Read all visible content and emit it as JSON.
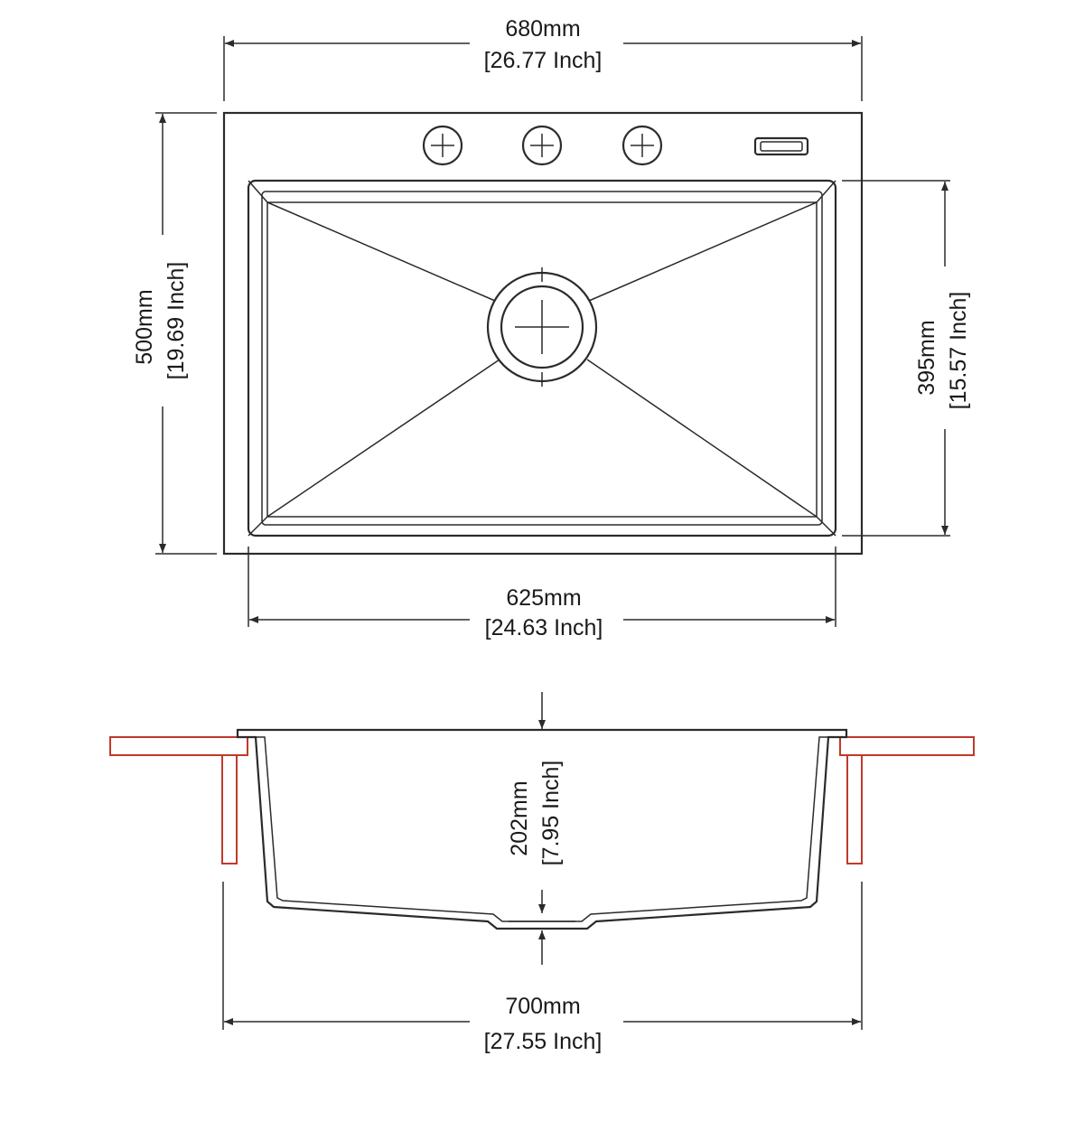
{
  "dimensions": {
    "overall_width": {
      "mm": "680mm",
      "inch": "[26.77 Inch]"
    },
    "overall_depth": {
      "mm": "500mm",
      "inch": "[19.69 Inch]"
    },
    "bowl_depth": {
      "mm": "395mm",
      "inch": "[15.57 Inch]"
    },
    "bowl_width": {
      "mm": "625mm",
      "inch": "[24.63 Inch]"
    },
    "bowl_height": {
      "mm": "202mm",
      "inch": "[7.95 Inch]"
    },
    "cutout_width": {
      "mm": "700mm",
      "inch": "[27.55 Inch]"
    }
  },
  "colors": {
    "line": "#2b2b2b",
    "countertop": "#c0392b"
  }
}
